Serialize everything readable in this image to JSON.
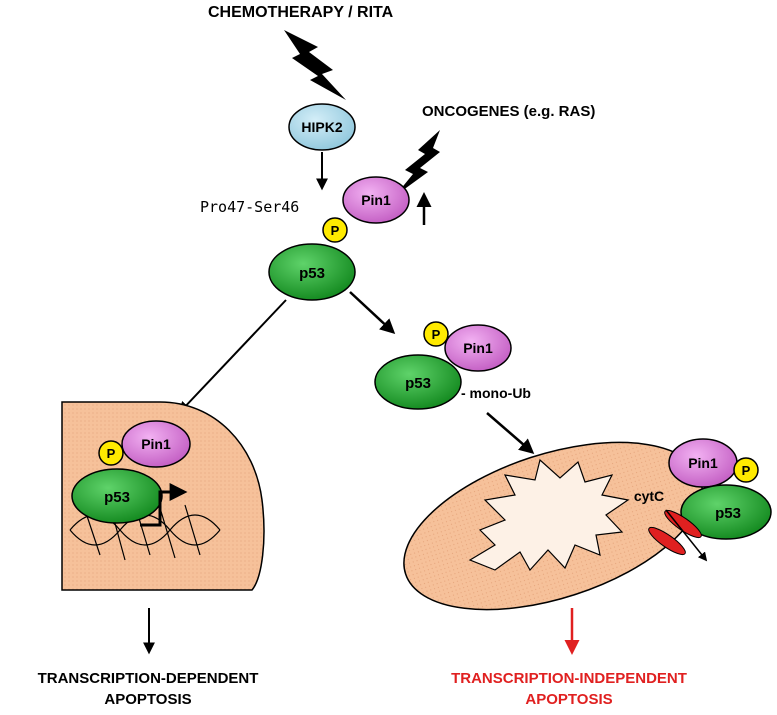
{
  "labels": {
    "trigger": "CHEMOTHERAPY / RITA",
    "oncogenes": "ONCOGENES (e.g. RAS)",
    "site": "Pro47-Ser46",
    "dep_line1": "TRANSCRIPTION-DEPENDENT",
    "dep_line2": "APOPTOSIS",
    "indep_line1": "TRANSCRIPTION-INDEPENDENT",
    "indep_line2": "APOPTOSIS"
  },
  "proteins": {
    "hipk2": "HIPK2",
    "pin1": "Pin1",
    "p53": "p53",
    "phospho": "P",
    "mono_ub": "- mono-Ub",
    "cytc": "cytC"
  },
  "colors": {
    "hipk2": "#add8e6",
    "pin1": "#d67fd6",
    "p53": "#1fa12b",
    "phospho": "#ffea00",
    "cell": "#f7c7a1",
    "accent": "#e02020"
  }
}
